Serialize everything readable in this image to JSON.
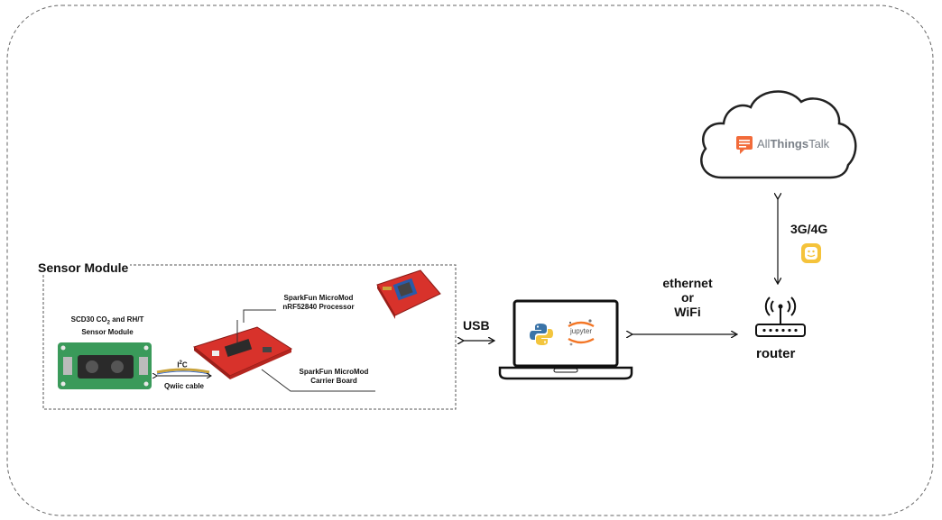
{
  "cloud": {
    "brand_prefix": "All",
    "brand_bold": "Things",
    "brand_suffix": "Talk"
  },
  "link_cloud_router": {
    "label": "3G/4G"
  },
  "router": {
    "label": "router"
  },
  "link_laptop_router": {
    "line1": "ethernet",
    "line2": "or",
    "line3": "WiFi"
  },
  "link_module_laptop": {
    "label": "USB"
  },
  "laptop": {
    "apps": [
      "python-logo",
      "jupyter-logo"
    ],
    "jupyter_text": "jupyter"
  },
  "sensor_module": {
    "title": "Sensor Module",
    "scd30_line1": "SCD30 CO",
    "scd30_sub": "2",
    "scd30_line1b": " and RH/T",
    "scd30_line2": "Sensor Module",
    "i2c_label": "I",
    "i2c_sup": "2",
    "i2c_suffix": "C",
    "cable_label": "Qwiic cable",
    "processor_line1": "SparkFun MicroMod",
    "processor_line2": "nRF52840 Processor",
    "carrier_line1": "SparkFun MicroMod",
    "carrier_line2": "Carrier Board"
  },
  "colors": {
    "allthingstalk_orange": "#f26b3a",
    "operator_yellow": "#f5c33b",
    "board_red": "#d8322b",
    "sensor_green": "#3a9a5a"
  }
}
